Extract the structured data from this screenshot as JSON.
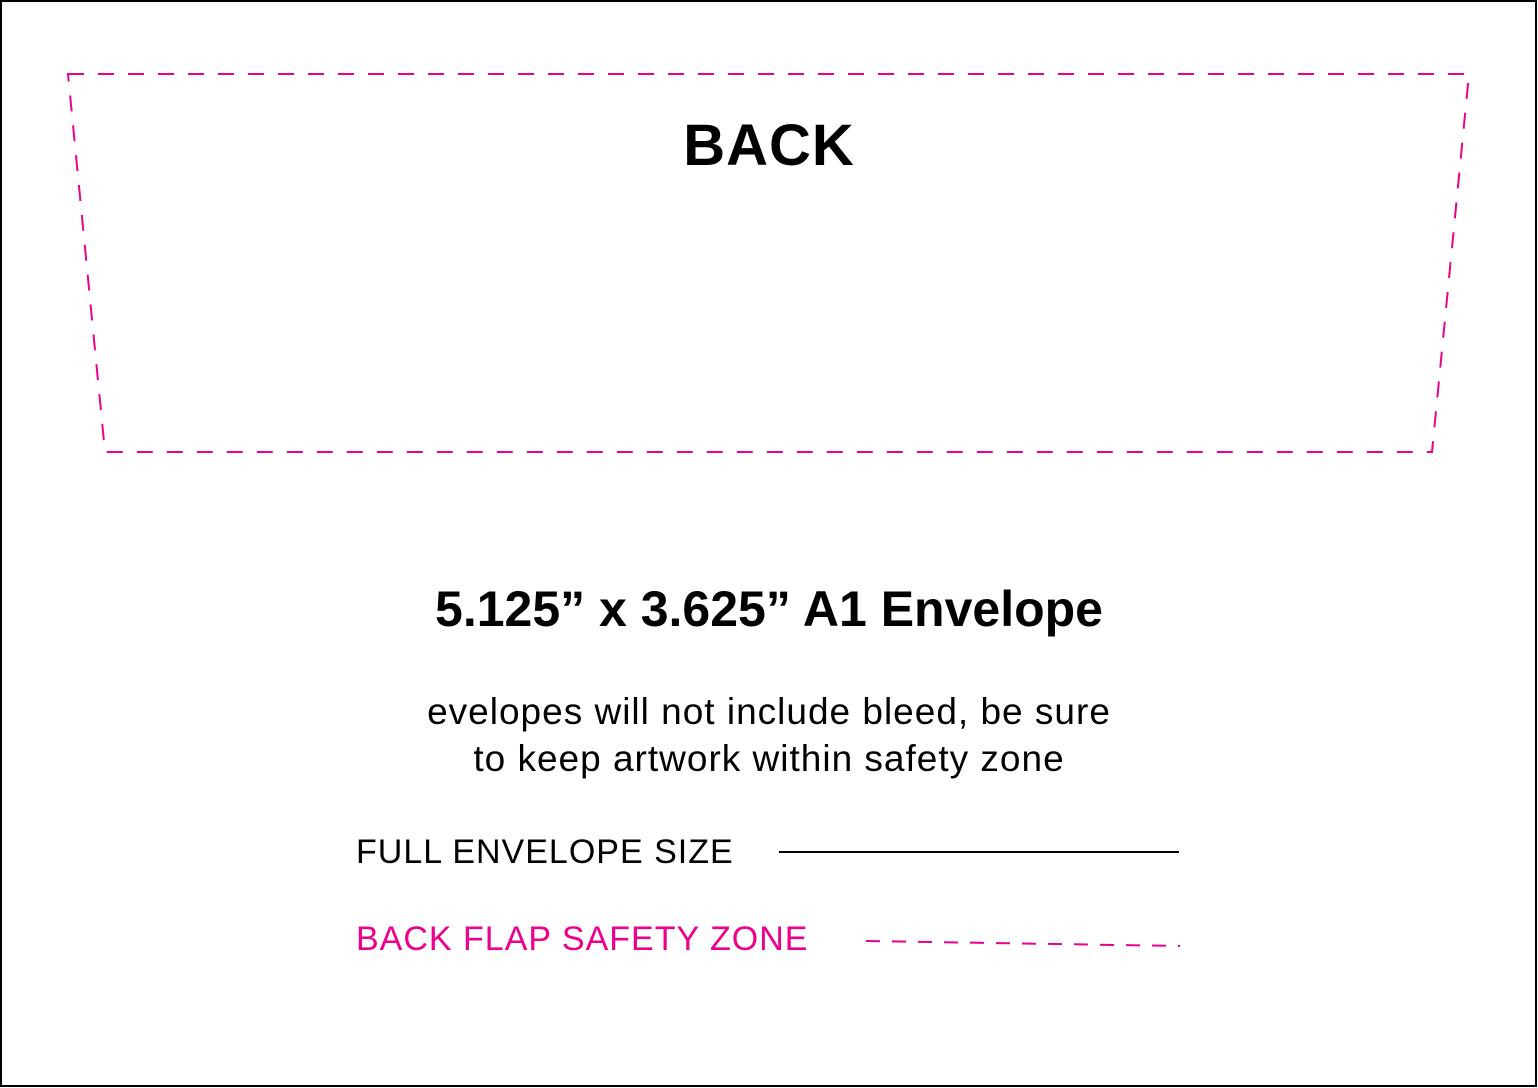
{
  "title": "BACK",
  "envelope_title": "5.125” x 3.625” A1 Envelope",
  "note_lines": [
    "evelopes will not include bleed, be sure",
    "to keep artwork within safety zone"
  ],
  "legend": {
    "full_size_label": "FULL ENVELOPE SIZE",
    "safety_zone_label": "BACK FLAP SAFETY ZONE"
  },
  "colors": {
    "safety": "#ec008c",
    "border": "#000000"
  }
}
